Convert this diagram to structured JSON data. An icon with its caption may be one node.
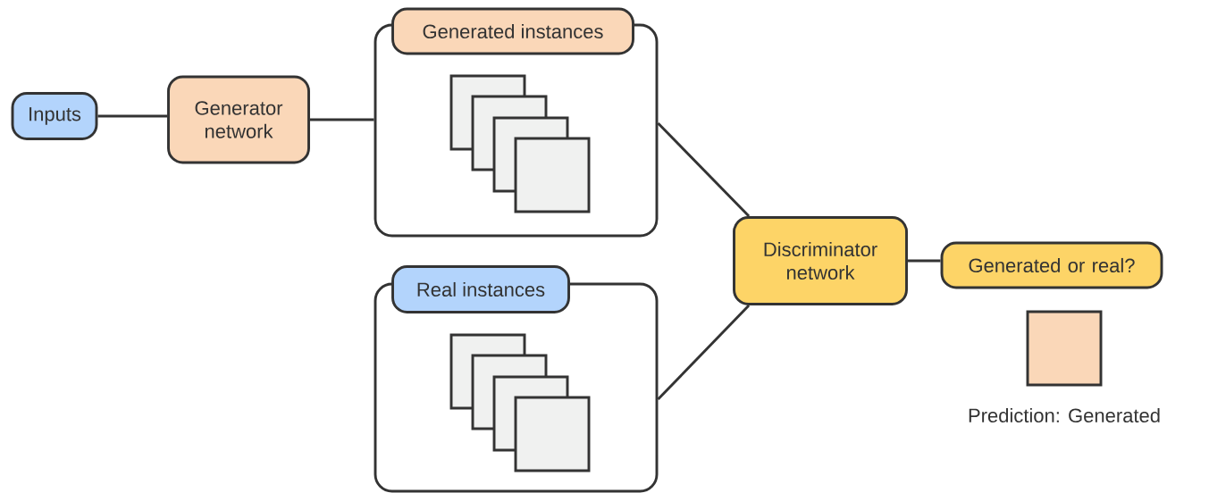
{
  "diagram": {
    "nodes": [
      {
        "text": [
          "Inputs"
        ]
      },
      {
        "text": [
          "Generator network"
        ]
      },
      {
        "text": [
          "Generated instances"
        ]
      },
      {
        "text": [
          "Real instances"
        ]
      },
      {
        "text": [
          "Discriminator network"
        ]
      },
      {
        "text": [
          "Generated or real?"
        ]
      },
      {
        "text": [],
        "shape": "box",
        "beside": [
          "Prediction: Generated"
        ]
      }
    ],
    "edges": [
      {
        "from": 0,
        "to": 1,
        "arrow": "none"
      },
      {
        "from": 1,
        "to": 2,
        "arrow": "none"
      },
      {
        "from": 2,
        "to": 4,
        "arrow": "none"
      },
      {
        "from": 3,
        "to": 4,
        "arrow": "none"
      },
      {
        "from": 4,
        "to": 5,
        "arrow": "none"
      }
    ]
  }
}
